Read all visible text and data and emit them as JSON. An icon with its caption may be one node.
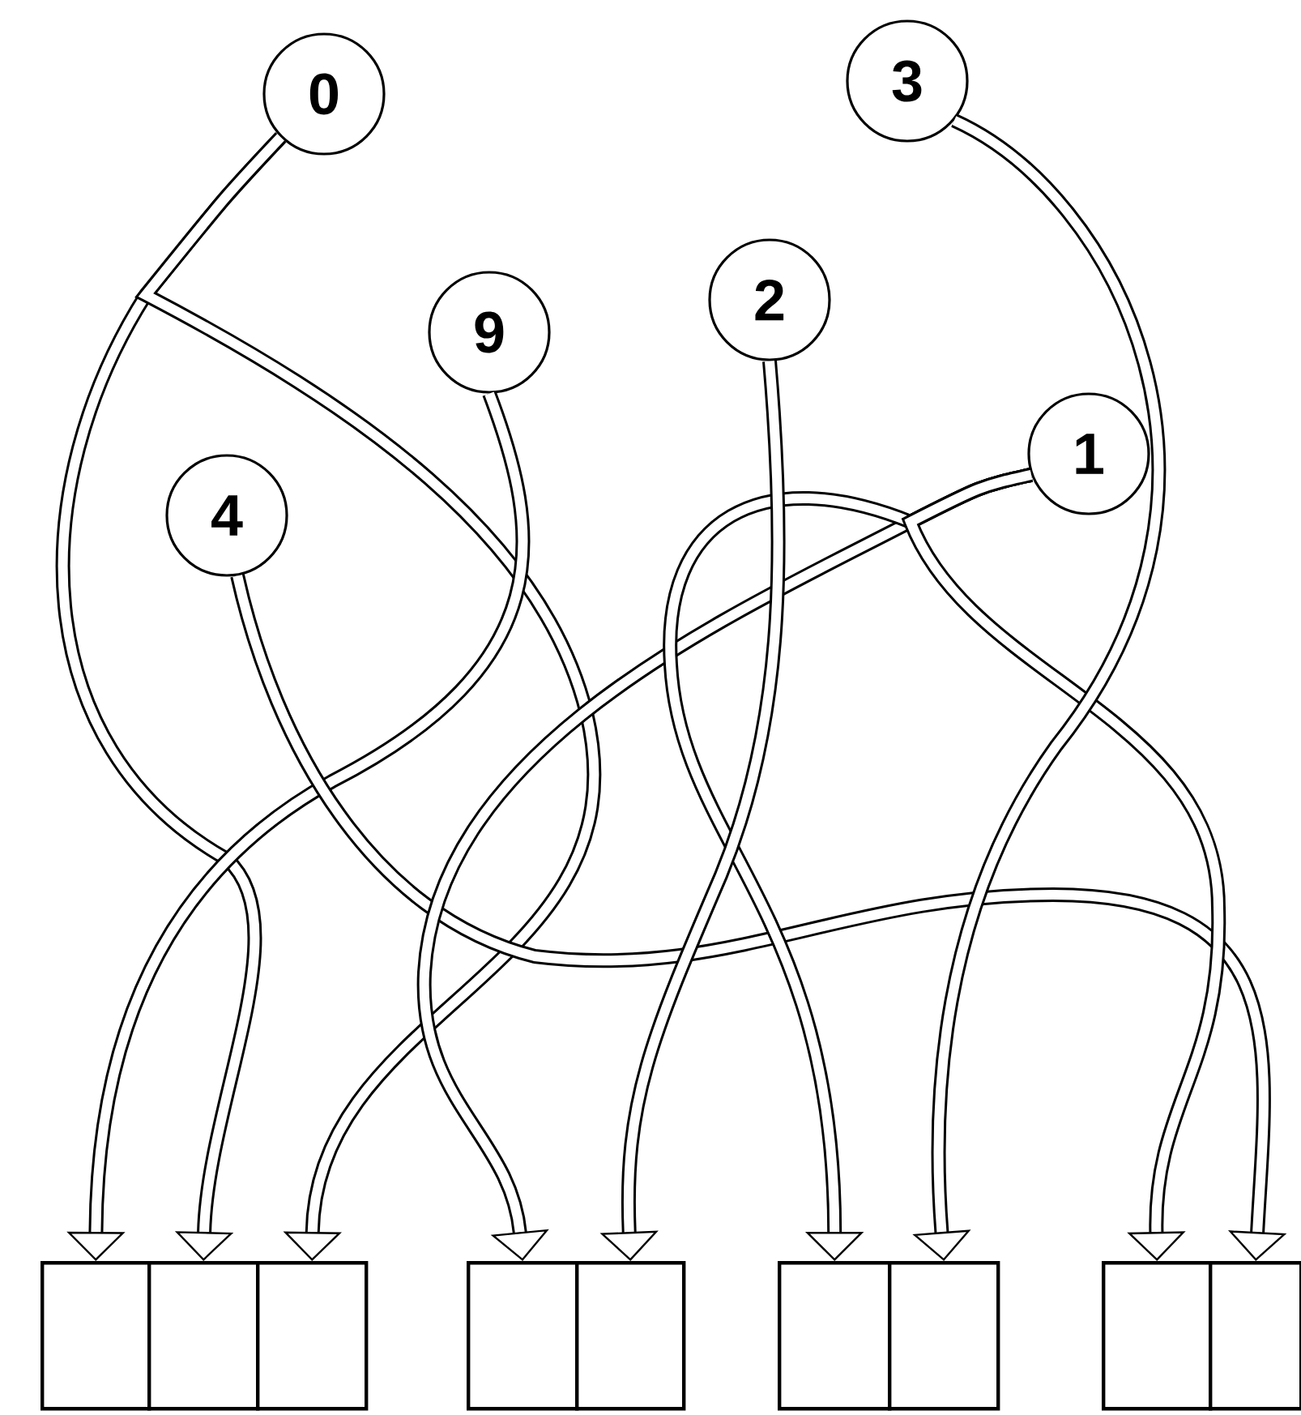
{
  "diagram": {
    "nodes": [
      {
        "text": [
          "0"
        ]
      },
      {
        "text": [
          "3"
        ]
      },
      {
        "text": [
          "9"
        ]
      },
      {
        "text": [
          "2"
        ]
      },
      {
        "text": [
          "1"
        ]
      },
      {
        "text": [
          "4"
        ]
      },
      {
        "text": [],
        "shape": "box"
      },
      {
        "text": [],
        "shape": "box"
      },
      {
        "text": [],
        "shape": "box"
      },
      {
        "text": [],
        "shape": "box"
      },
      {
        "text": [],
        "shape": "box"
      },
      {
        "text": [],
        "shape": "box"
      },
      {
        "text": [],
        "shape": "box"
      },
      {
        "text": [],
        "shape": "box"
      },
      {
        "text": [],
        "shape": "box"
      }
    ],
    "edges": [
      {
        "from": 0,
        "to": 7,
        "arrow": "to"
      },
      {
        "from": 0,
        "to": 8,
        "arrow": "to"
      },
      {
        "from": 2,
        "to": 6,
        "arrow": "to"
      },
      {
        "from": 5,
        "to": 14,
        "arrow": "to"
      },
      {
        "from": 4,
        "to": 9,
        "arrow": "to"
      },
      {
        "from": 4,
        "to": 11,
        "arrow": "to"
      },
      {
        "from": 4,
        "to": 13,
        "arrow": "to"
      },
      {
        "from": 3,
        "to": 10,
        "arrow": "to"
      },
      {
        "from": 1,
        "to": 12,
        "arrow": "to"
      }
    ]
  }
}
